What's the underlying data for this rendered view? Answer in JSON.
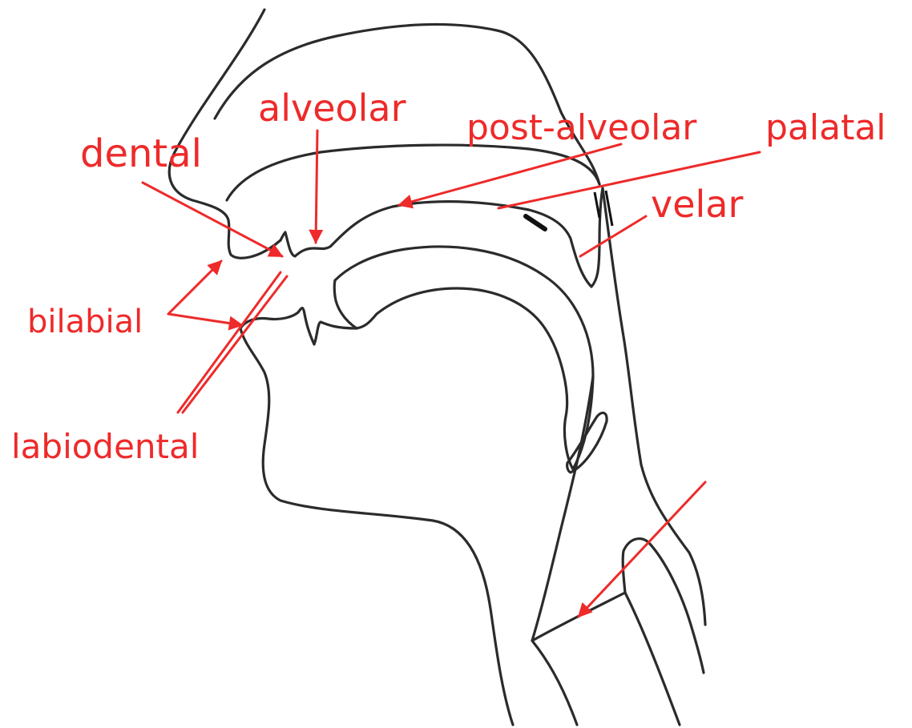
{
  "diagram": {
    "labels": {
      "alveolar": "alveolar",
      "post_alveolar": "post-alveolar",
      "palatal": "palatal",
      "dental": "dental",
      "velar": "velar",
      "bilabial": "bilabial",
      "labiodental": "labiodental"
    },
    "colors": {
      "label": "#ee2a2a",
      "outline": "#2b2b2b",
      "background": "#ffffff"
    }
  }
}
